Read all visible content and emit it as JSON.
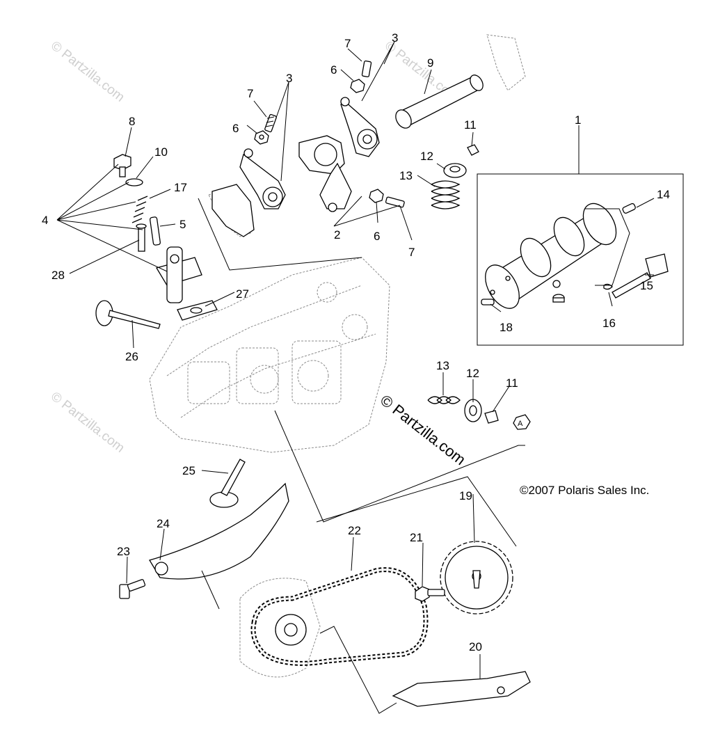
{
  "callouts": {
    "c1": "1",
    "c2": "2",
    "c3a": "3",
    "c3b": "3",
    "c4": "4",
    "c5": "5",
    "c6a": "6",
    "c6b": "6",
    "c6c": "6",
    "c7a": "7",
    "c7b": "7",
    "c7c": "7",
    "c8": "8",
    "c9": "9",
    "c10": "10",
    "c11a": "11",
    "c11b": "11",
    "c12a": "12",
    "c12b": "12",
    "c13a": "13",
    "c13b": "13",
    "c14": "14",
    "c15": "15",
    "c16": "16",
    "c17": "17",
    "c18": "18",
    "c19": "19",
    "c20": "20",
    "c21": "21",
    "c22": "22",
    "c23": "23",
    "c24": "24",
    "c25": "25",
    "c26": "26",
    "c27": "27",
    "c28": "28",
    "cA": "A"
  },
  "copyright": "©2007 Polaris Sales Inc.",
  "watermarks": {
    "main": "© Partzilla.com",
    "faint1": "© Partzilla.com",
    "faint2": "© Partzilla.com",
    "faint3": "© Partzilla.com"
  }
}
